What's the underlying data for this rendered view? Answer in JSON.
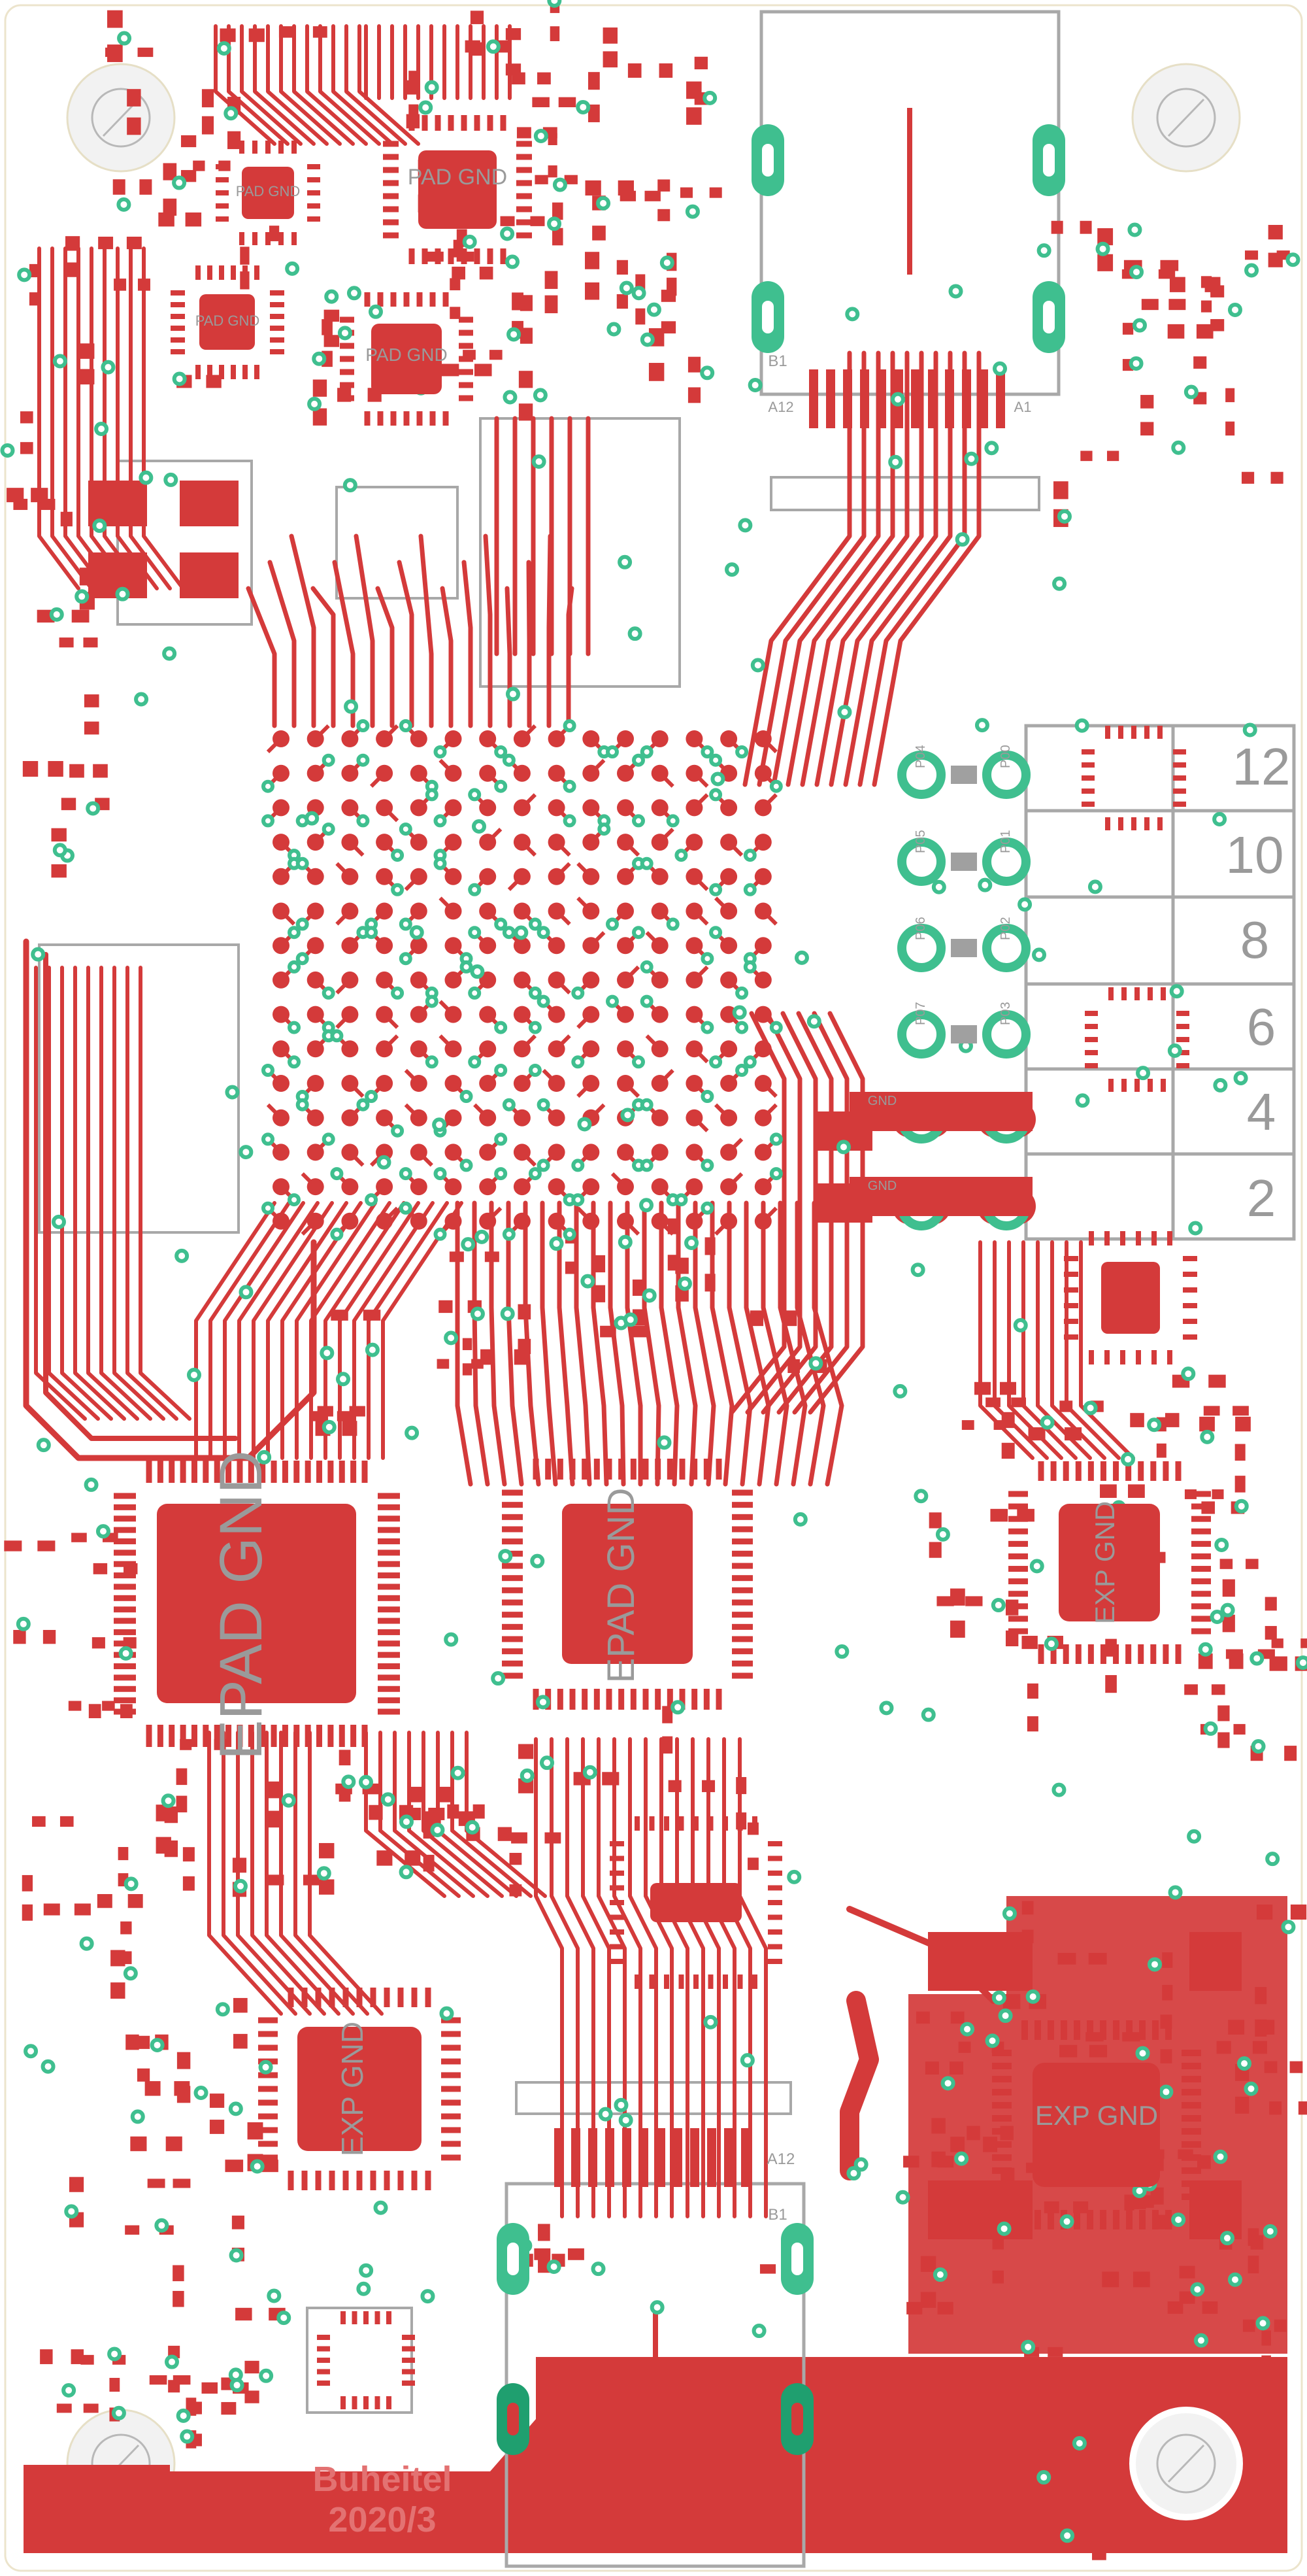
{
  "colors": {
    "board": "#ffffff",
    "copper": "#d43a3a",
    "via": "#3fbf8f",
    "silk": "#a0a0a0",
    "outline": "#e8e0c8"
  },
  "labels": {
    "pad_gnd_top": "PAD GND",
    "pad_gnd_small1": "PAD GND",
    "pad_gnd_small2": "PAD GND",
    "pad_gnd_small3": "PAD GND",
    "epad_gnd_left": "EPAD GND",
    "epad_gnd_center": "EPAD GND",
    "exp_gnd_right": "EXP GND",
    "exp_gnd_left": "EXP GND",
    "exp_gnd_power": "EXP GND",
    "gnd_header1": "GND",
    "gnd_header2": "GND",
    "usb_top_b1": "B1",
    "usb_top_a12": "A12",
    "usb_top_a1": "A1",
    "usb_bot_a12": "A12",
    "usb_bot_b1": "B1",
    "header_12": "12",
    "header_10": "10",
    "header_8": "8",
    "header_6": "6",
    "header_4": "4",
    "header_2": "2",
    "pin_04": "P04",
    "pin_05": "P05",
    "pin_06": "P06",
    "pin_07": "P07",
    "pin_00": "P00",
    "pin_01": "P01",
    "pin_02": "P02",
    "pin_03": "P03",
    "signature_line1": "Buheitel",
    "signature_line2": "2020/3"
  }
}
